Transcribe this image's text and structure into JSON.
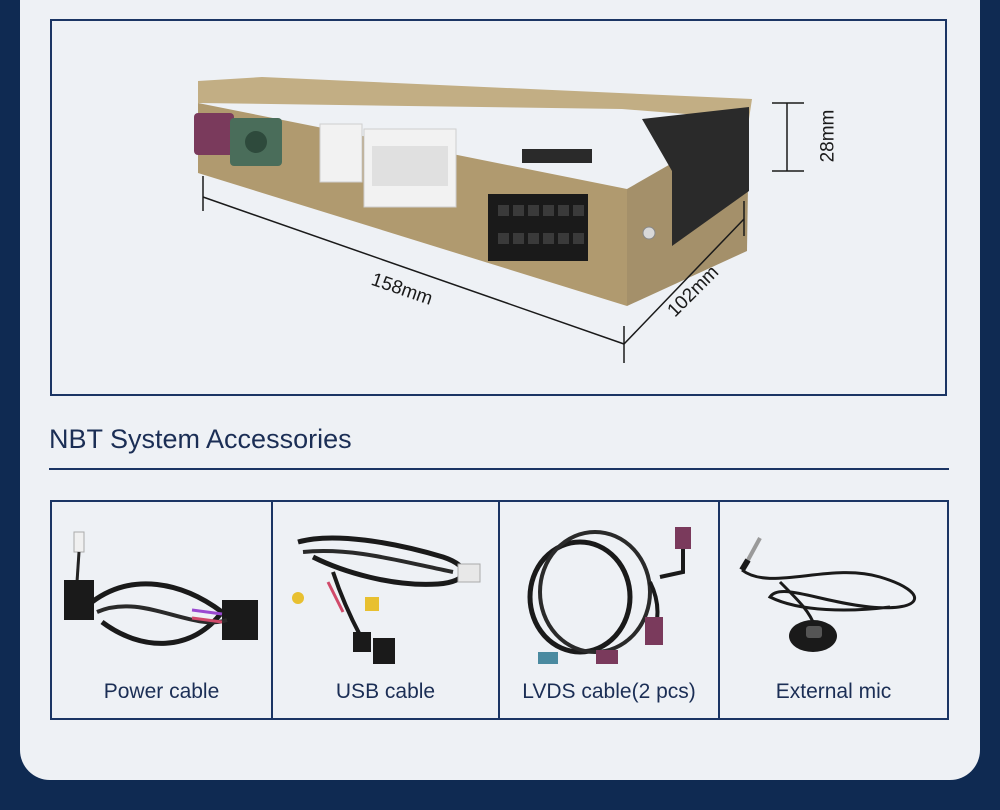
{
  "product": {
    "dimensions": {
      "length": "158mm",
      "width": "102mm",
      "height": "28mm"
    },
    "case_color": "#b09a6f"
  },
  "section": {
    "title": "NBT System Accessories"
  },
  "accessories": [
    {
      "label": "Power cable"
    },
    {
      "label": "USB cable"
    },
    {
      "label": "LVDS cable(2 pcs)"
    },
    {
      "label": "External mic"
    }
  ]
}
